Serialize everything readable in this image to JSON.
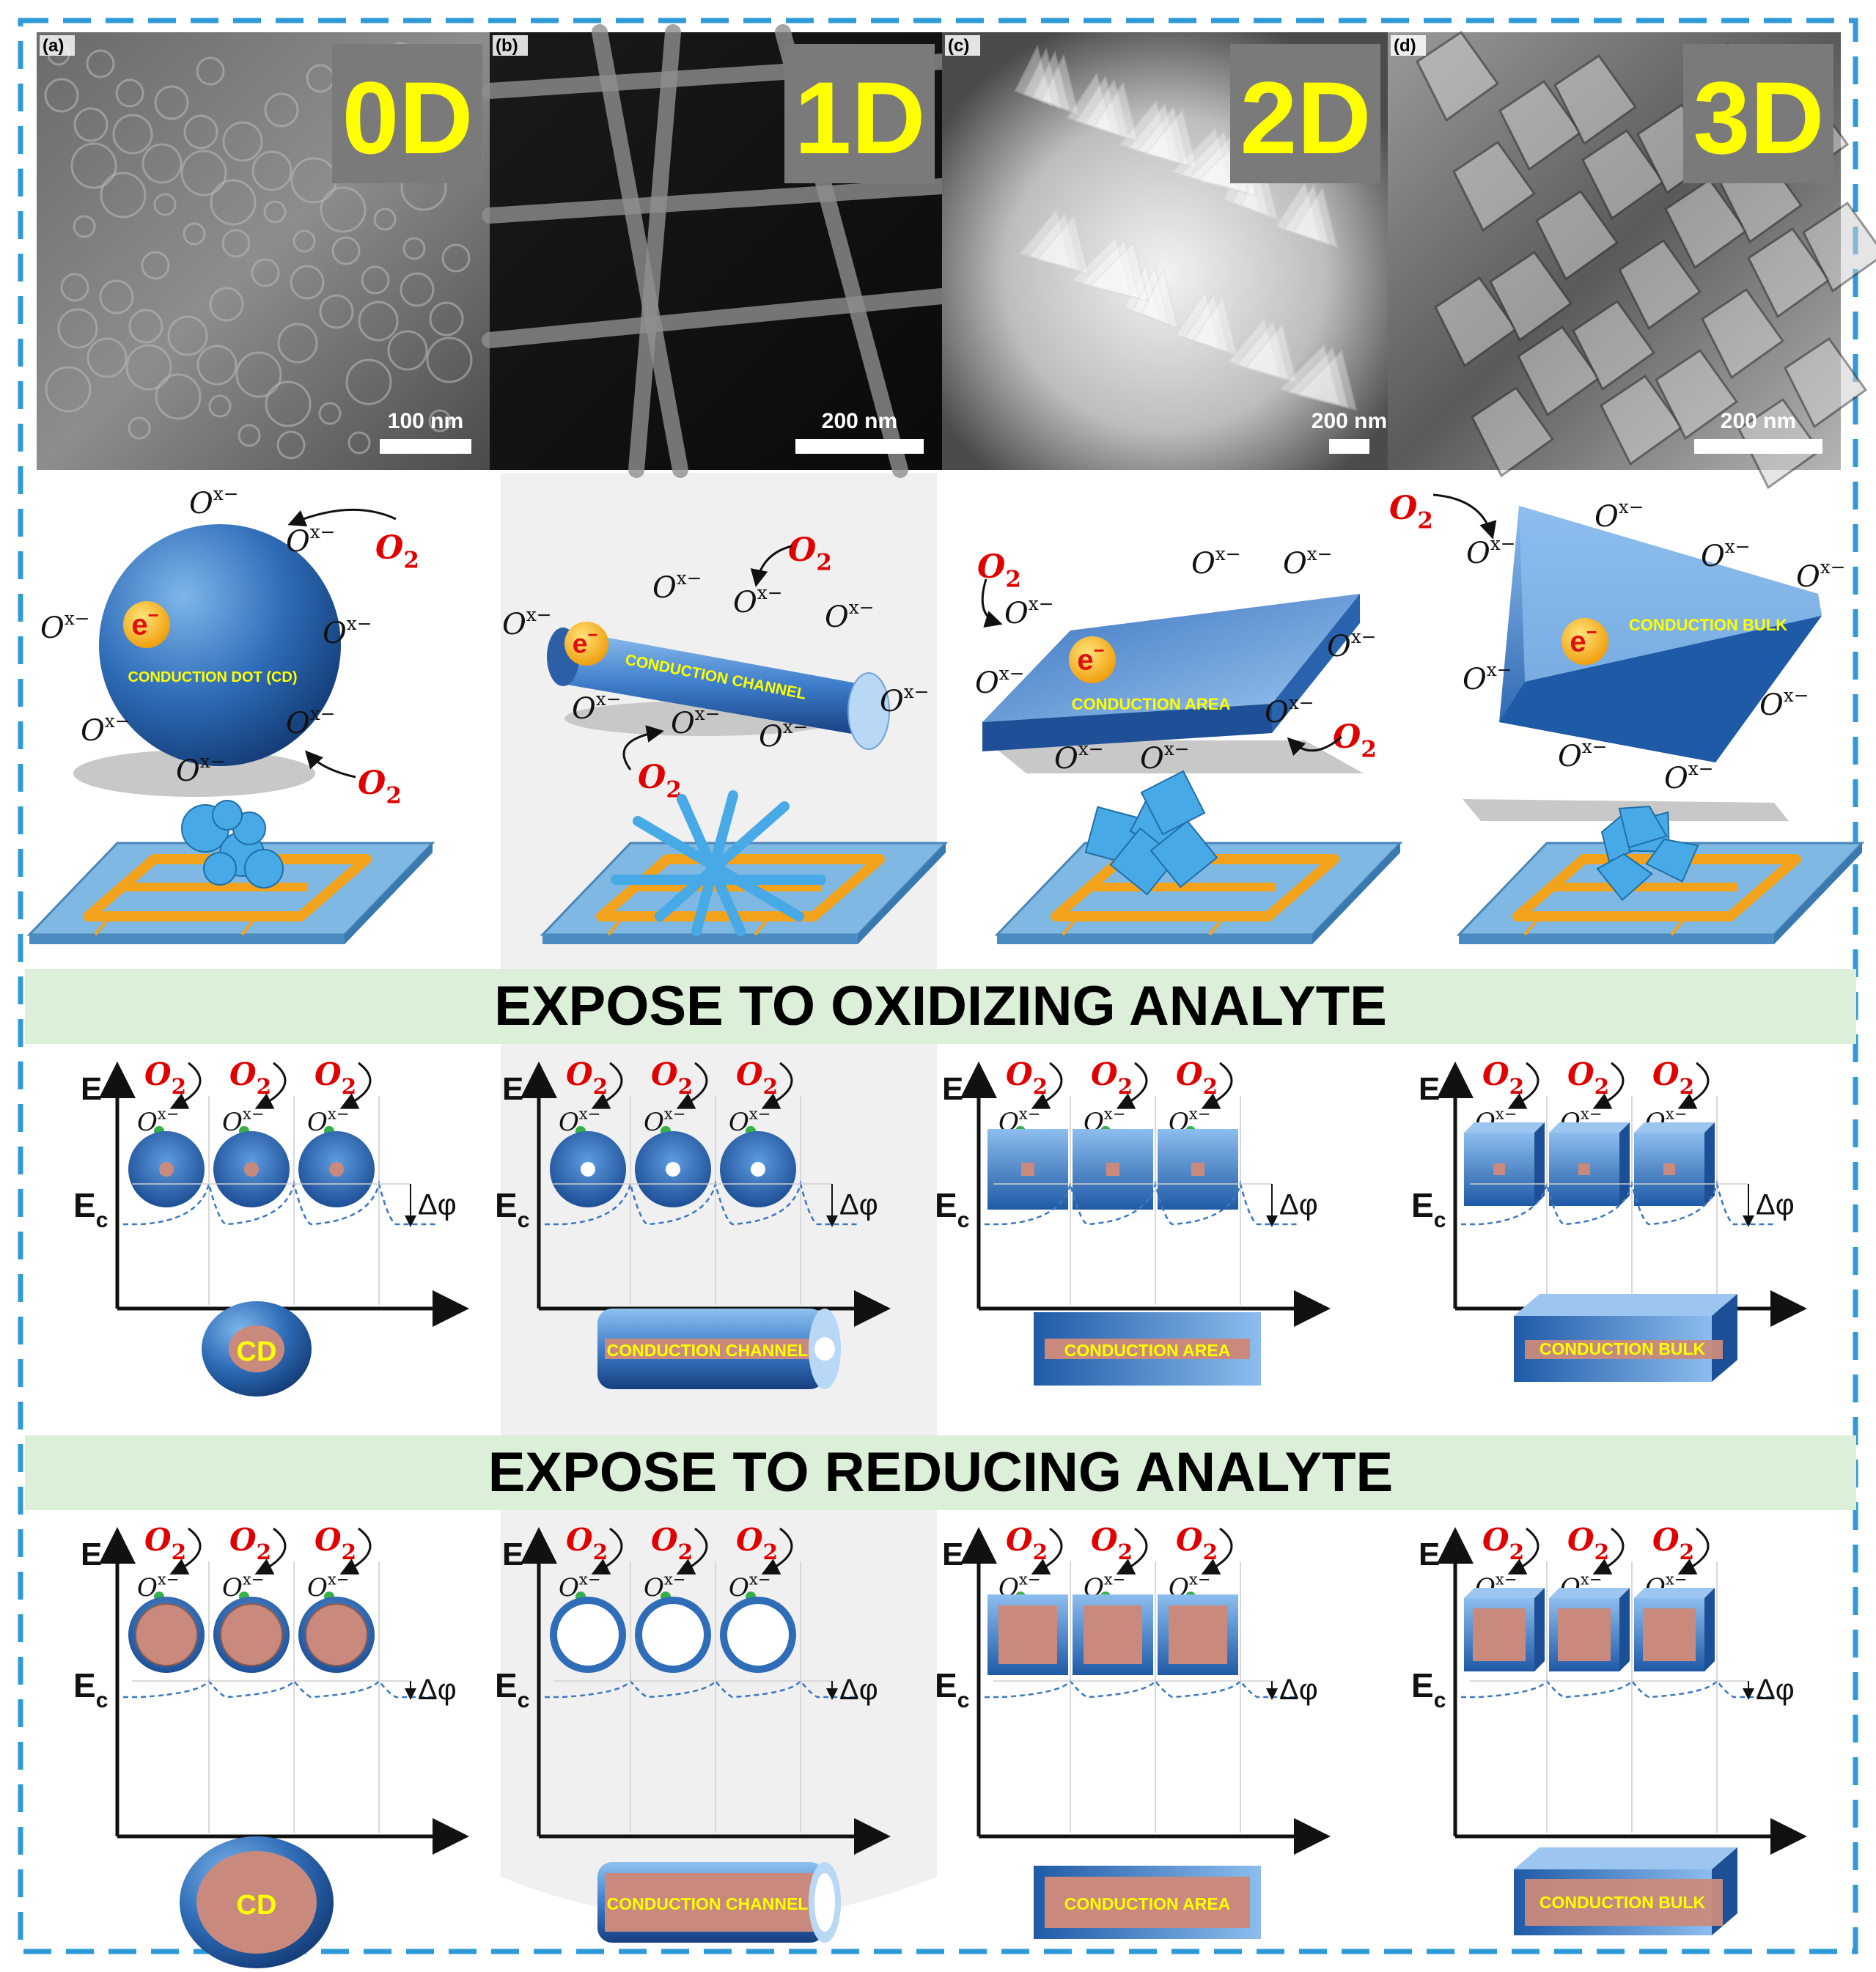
{
  "panels": [
    {
      "letter": "(a)",
      "dim": "0D",
      "scale": "100 nm",
      "label": "CONDUCTION DOT (CD)",
      "band_label": "CD",
      "morph": "dot"
    },
    {
      "letter": "(b)",
      "dim": "1D",
      "scale": "200 nm",
      "label": "CONDUCTION CHANNEL",
      "band_label": "CONDUCTION CHANNEL",
      "morph": "channel"
    },
    {
      "letter": "(c)",
      "dim": "2D",
      "scale": "200 nm",
      "label": "CONDUCTION AREA",
      "band_label": "CONDUCTION AREA",
      "morph": "area"
    },
    {
      "letter": "(d)",
      "dim": "3D",
      "scale": "200 nm",
      "label": "CONDUCTION BULK",
      "band_label": "CONDUCTION BULK",
      "morph": "bulk"
    }
  ],
  "banners": {
    "oxidizing": "EXPOSE TO OXIDIZING ANALYTE",
    "reducing": "EXPOSE TO REDUCING ANALYTE"
  },
  "symbols": {
    "oxygen_ion_base": "O",
    "oxygen_ion_sup": "x−",
    "o2_base": "O",
    "o2_sub": "2",
    "electron": "e",
    "electron_sup": "−",
    "axis_E": "E",
    "axis_Ec": "E",
    "axis_Ec_sub": "c",
    "barrier": "Δφ"
  },
  "colors": {
    "frame": "#2f9ad8",
    "o2_red": "#e00000",
    "sphere_blue": "#2f6db8",
    "gold": "#f2a21b",
    "yellow_text": "#ffff00",
    "depletion_core": "#c98a7d",
    "banner_green": "#dcefd8",
    "panel_grey": "#f0f0f0",
    "band_dash": "#3a78c2"
  }
}
